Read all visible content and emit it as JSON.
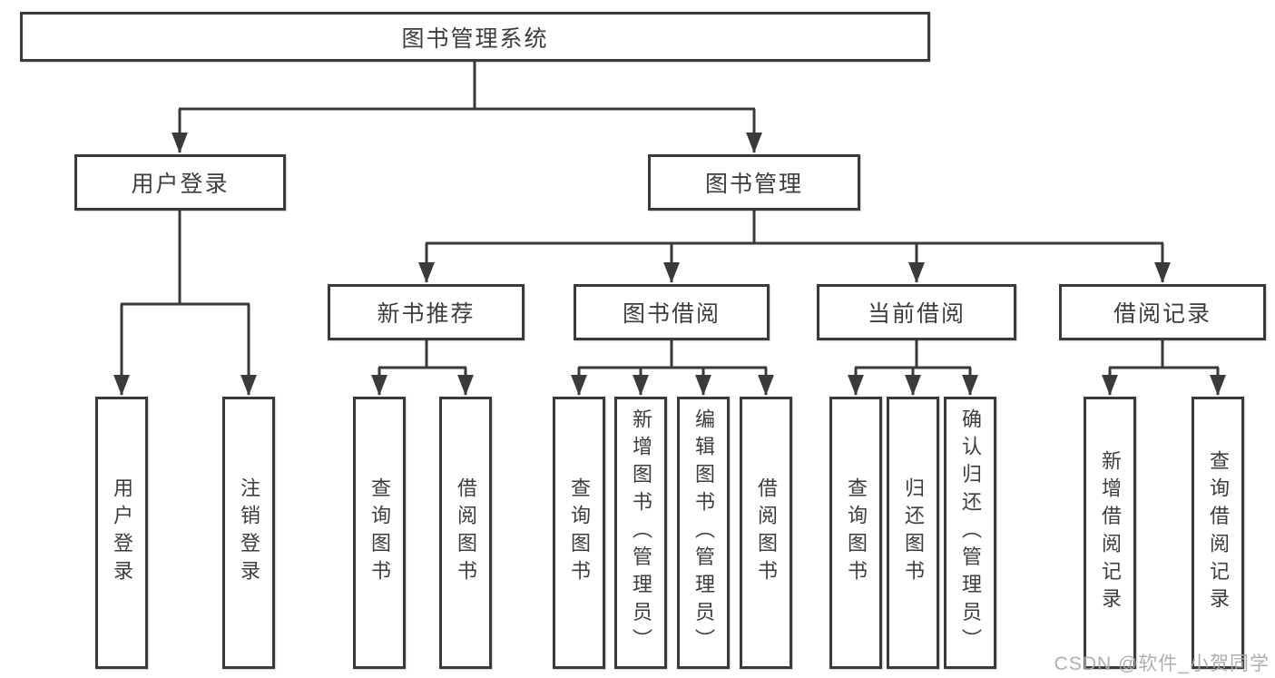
{
  "watermark": "CSDN @软件_小贺同学",
  "colors": {
    "line": "#3a3a3a",
    "box_border": "#3a3a3a",
    "text": "#3d3d3d",
    "background": "#ffffff",
    "watermark": "#ababab"
  },
  "diagram": {
    "type": "tree",
    "root": {
      "label": "图书管理系统"
    },
    "branches": [
      {
        "label": "用户登录",
        "children": [
          {
            "label": "用户登录"
          },
          {
            "label": "注销登录"
          }
        ]
      },
      {
        "label": "图书管理",
        "children": [
          {
            "label": "新书推荐",
            "children": [
              {
                "label": "查询图书"
              },
              {
                "label": "借阅图书"
              }
            ]
          },
          {
            "label": "图书借阅",
            "children": [
              {
                "label": "查询图书"
              },
              {
                "label": "新增图书（管理员）"
              },
              {
                "label": "编辑图书（管理员）"
              },
              {
                "label": "借阅图书"
              }
            ]
          },
          {
            "label": "当前借阅",
            "children": [
              {
                "label": "查询图书"
              },
              {
                "label": "归还图书"
              },
              {
                "label": "确认归还（管理员）"
              }
            ]
          },
          {
            "label": "借阅记录",
            "children": [
              {
                "label": "新增借阅记录"
              },
              {
                "label": "查询借阅记录"
              }
            ]
          }
        ]
      }
    ]
  }
}
